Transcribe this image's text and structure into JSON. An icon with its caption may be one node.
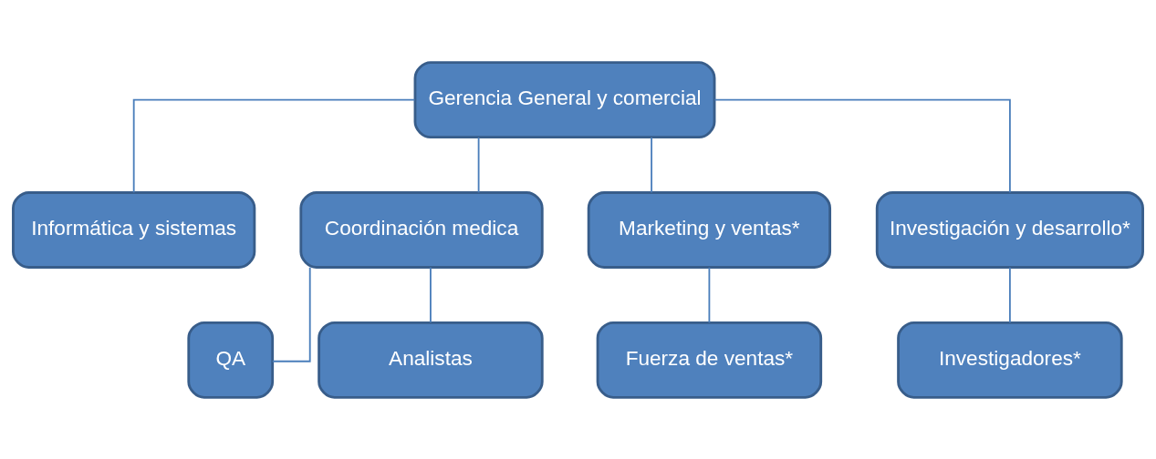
{
  "diagram": {
    "nodes": [
      {
        "text": [
          "Gerencia General y comercial"
        ]
      },
      {
        "text": [
          "Informática y sistemas"
        ]
      },
      {
        "text": [
          "Coordinación medica"
        ]
      },
      {
        "text": [
          "Marketing y ventas*"
        ]
      },
      {
        "text": [
          "Investigación y desarrollo*"
        ]
      },
      {
        "text": [
          "QA"
        ]
      },
      {
        "text": [
          "Analistas"
        ]
      },
      {
        "text": [
          "Fuerza de ventas*"
        ]
      },
      {
        "text": [
          "Investigadores*"
        ]
      }
    ],
    "edges": [
      {
        "from": 0,
        "to": 1,
        "arrow": "none"
      },
      {
        "from": 0,
        "to": 2,
        "arrow": "none"
      },
      {
        "from": 0,
        "to": 3,
        "arrow": "none"
      },
      {
        "from": 0,
        "to": 4,
        "arrow": "none"
      },
      {
        "from": 2,
        "to": 5,
        "arrow": "none"
      },
      {
        "from": 2,
        "to": 6,
        "arrow": "none"
      },
      {
        "from": 3,
        "to": 7,
        "arrow": "none"
      },
      {
        "from": 4,
        "to": 8,
        "arrow": "none"
      }
    ]
  }
}
